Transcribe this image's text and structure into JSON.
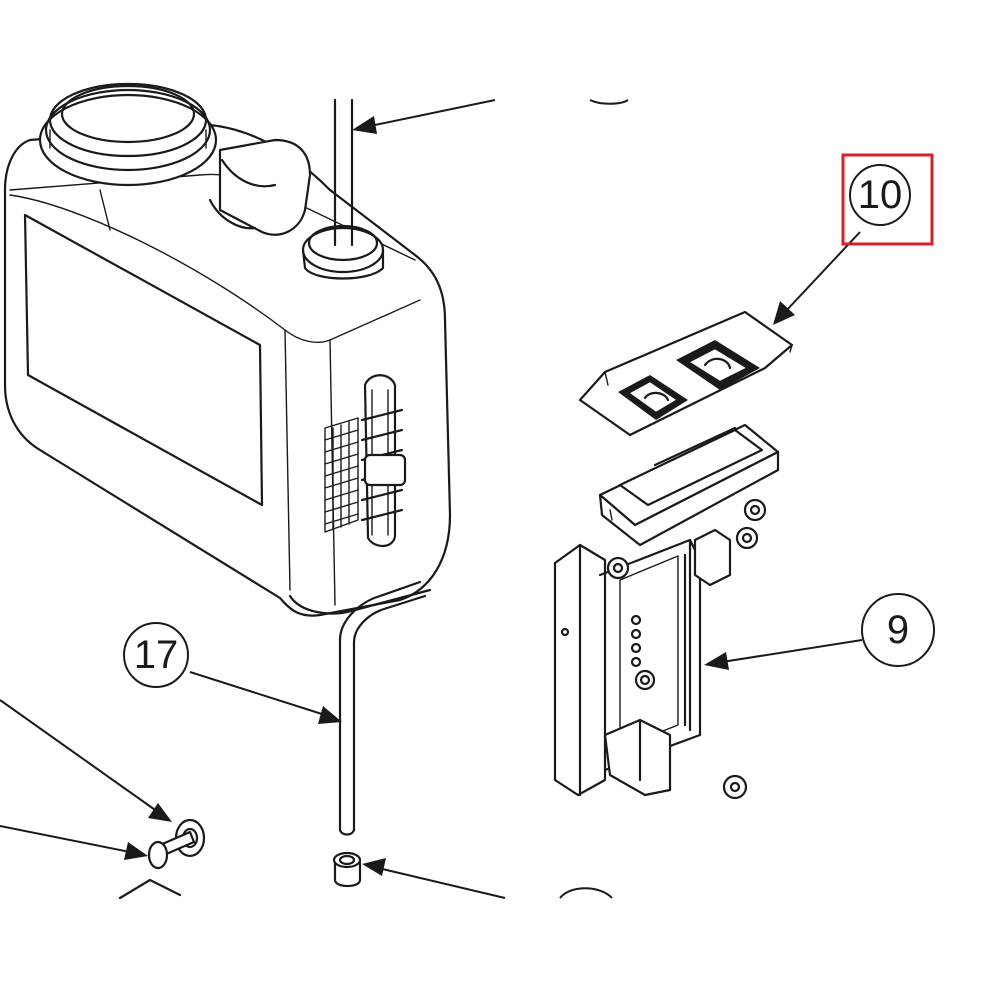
{
  "callouts": {
    "part_10": {
      "label": "10",
      "highlight_color": "#d62027"
    },
    "part_9": {
      "label": "9"
    },
    "part_17": {
      "label": "17"
    }
  },
  "colors": {
    "line": "#1a1a1a",
    "background": "#ffffff",
    "highlight": "#d62027"
  }
}
